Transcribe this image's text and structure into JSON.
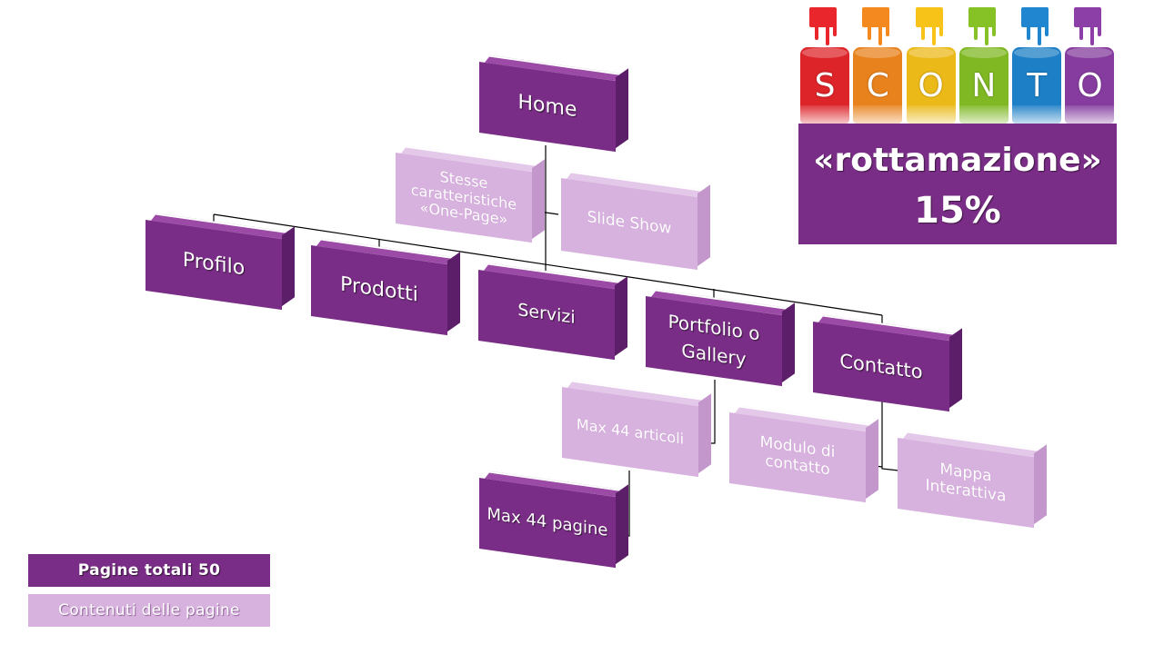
{
  "colors": {
    "dark_purple": "#7a2d86",
    "light_purple": "#d8b2df"
  },
  "diagram": {
    "home": "Home",
    "home_features": "Stesse caratteristiche «One-Page»",
    "slide_show": "Slide Show",
    "pages": [
      "Profilo",
      "Prodotti",
      "Servizi",
      "Portfolio o Gallery",
      "Contatto"
    ],
    "max_articles": "Max 44 articoli",
    "max_pages": "Max 44 pagine",
    "contact_form": "Modulo di contatto",
    "interactive_map": "Mappa Interattiva"
  },
  "legend": {
    "total_pages": "Pagine totali 50",
    "page_contents": "Contenuti delle pagine"
  },
  "promo": {
    "letters": [
      "S",
      "C",
      "O",
      "N",
      "T",
      "O"
    ],
    "can_colors": [
      "#e8262b",
      "#f4891f",
      "#f7c319",
      "#86c225",
      "#1f86cf",
      "#8c3fa6"
    ],
    "line1": "«rottamazione»",
    "line2": "15%"
  }
}
